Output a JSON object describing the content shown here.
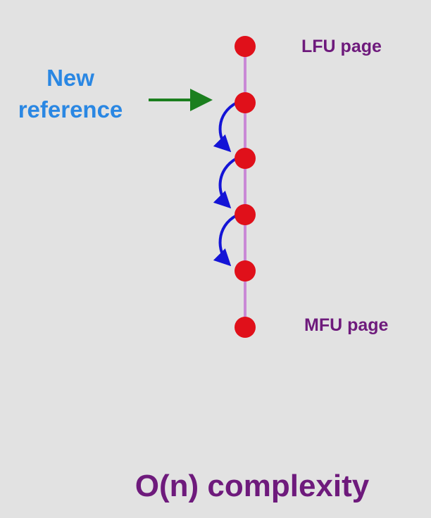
{
  "new_reference": {
    "line1": "New",
    "line2": "reference"
  },
  "lfu_label": "LFU page",
  "mfu_label": "MFU page",
  "complexity_label": "O(n) complexity",
  "colors": {
    "background": "#e2e2e2",
    "node": "#e0101a",
    "list_line": "#c989d6",
    "new_reference_text": "#2a87e3",
    "new_reference_arrow": "#1b7f1e",
    "traversal_arrows": "#1414d6",
    "page_labels": "#6e1a7c",
    "complexity_text": "#6e1a7c"
  },
  "node_count": 6,
  "traversal_hops": 3
}
